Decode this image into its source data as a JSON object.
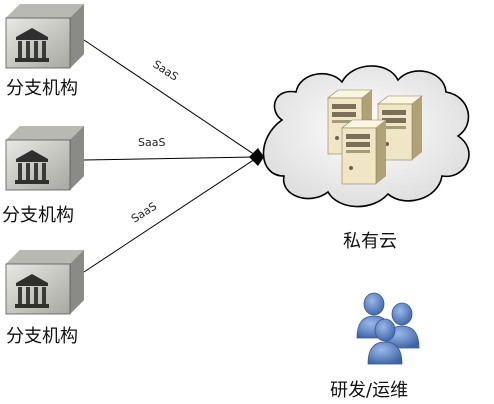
{
  "branches": [
    {
      "label": "分支机构",
      "link_label": "SaaS"
    },
    {
      "label": "分支机构",
      "link_label": "SaaS"
    },
    {
      "label": "分支机构",
      "link_label": "SaaS"
    }
  ],
  "cloud": {
    "label": "私有云"
  },
  "team": {
    "label": "研发/运维"
  },
  "colors": {
    "building_body": "#c9c9c4",
    "building_dark": "#4a4a48",
    "cloud_fill": "#ececec",
    "cloud_stroke": "#000000",
    "server_body": "#f0e6c6",
    "server_side": "#c2b48a",
    "people_fill": "#5f86c8",
    "line": "#000000"
  }
}
